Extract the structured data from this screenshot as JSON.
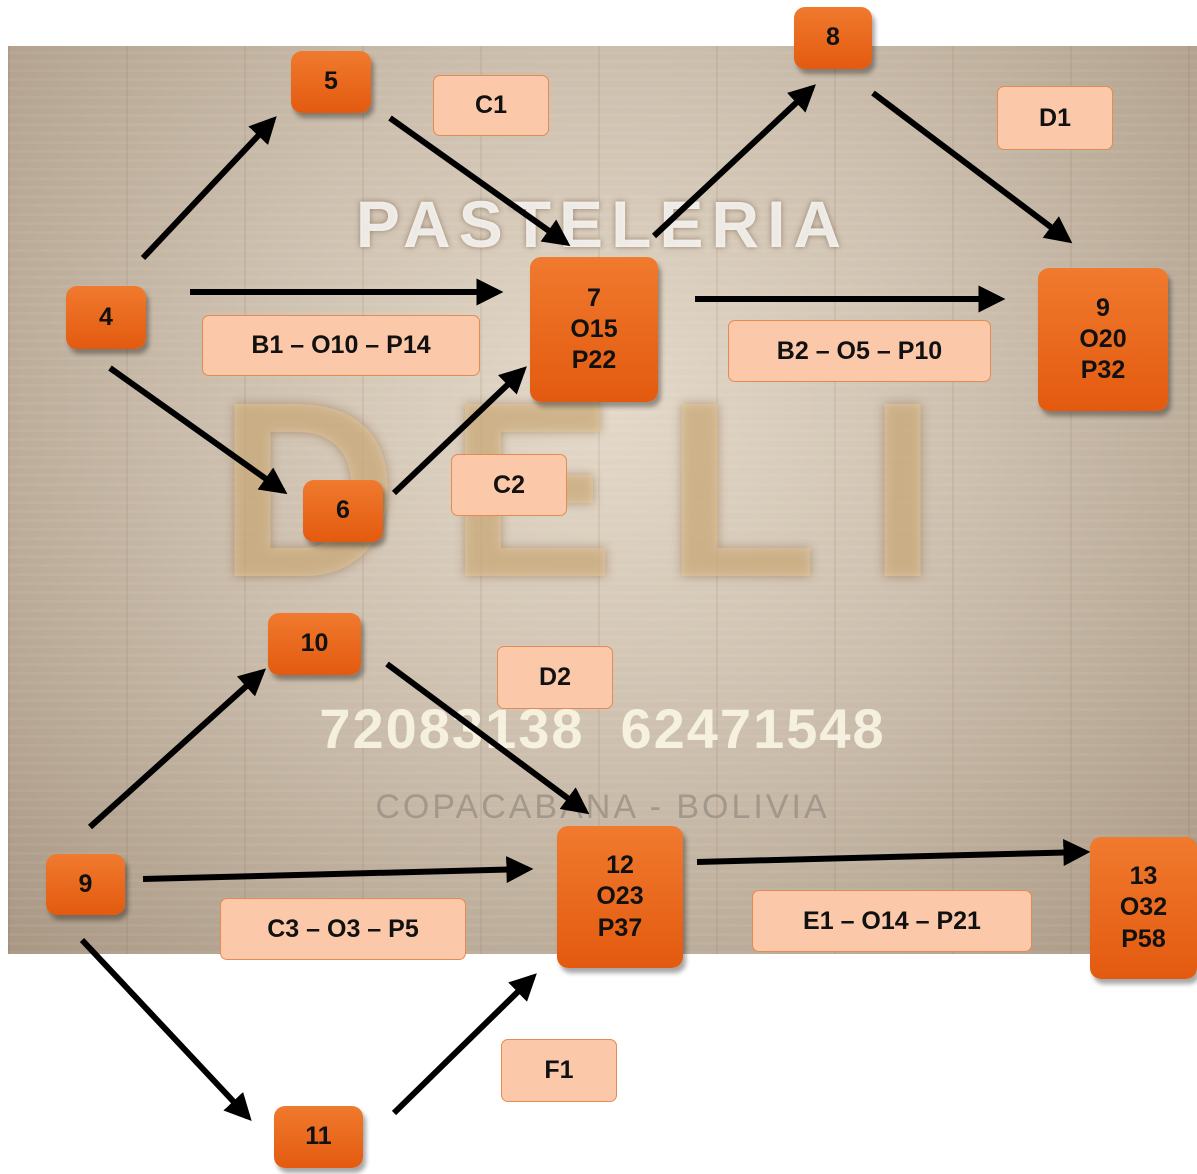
{
  "background": {
    "brand_top": "PASTELERIA",
    "brand_name": "DELI",
    "phone_1": "72083138",
    "phone_2": "62471548",
    "location": "COPACABANA - BOLIVIA"
  },
  "colors": {
    "node_fill": "#e8671c",
    "label_fill": "#fbc8a9",
    "label_border": "#e58a50",
    "arrow": "#000000"
  },
  "nodes": {
    "n5": [
      "5"
    ],
    "n8": [
      "8"
    ],
    "n4": [
      "4"
    ],
    "n7": [
      "7",
      "O15",
      "P22"
    ],
    "n9a": [
      "9",
      "O20",
      "P32"
    ],
    "n6": [
      "6"
    ],
    "n10": [
      "10"
    ],
    "n9b": [
      "9"
    ],
    "n12": [
      "12",
      "O23",
      "P37"
    ],
    "n13": [
      "13",
      "O32",
      "P58"
    ],
    "n11": [
      "11"
    ]
  },
  "labels": {
    "c1": "C1",
    "d1": "D1",
    "b1": "B1 – O10 – P14",
    "b2": "B2 – O5 – P10",
    "c2": "C2",
    "d2": "D2",
    "c3": "C3 – O3 – P5",
    "e1": "E1 – O14 – P21",
    "f1": "F1"
  },
  "edges": [
    {
      "from": "4",
      "to": "5"
    },
    {
      "from": "5",
      "to": "7"
    },
    {
      "from": "4",
      "to": "7"
    },
    {
      "from": "4",
      "to": "6"
    },
    {
      "from": "6",
      "to": "7"
    },
    {
      "from": "7",
      "to": "8"
    },
    {
      "from": "8",
      "to": "9"
    },
    {
      "from": "7",
      "to": "9"
    },
    {
      "from": "9",
      "to": "10"
    },
    {
      "from": "10",
      "to": "12"
    },
    {
      "from": "9",
      "to": "12"
    },
    {
      "from": "9",
      "to": "11"
    },
    {
      "from": "11",
      "to": "12"
    },
    {
      "from": "12",
      "to": "13"
    }
  ]
}
